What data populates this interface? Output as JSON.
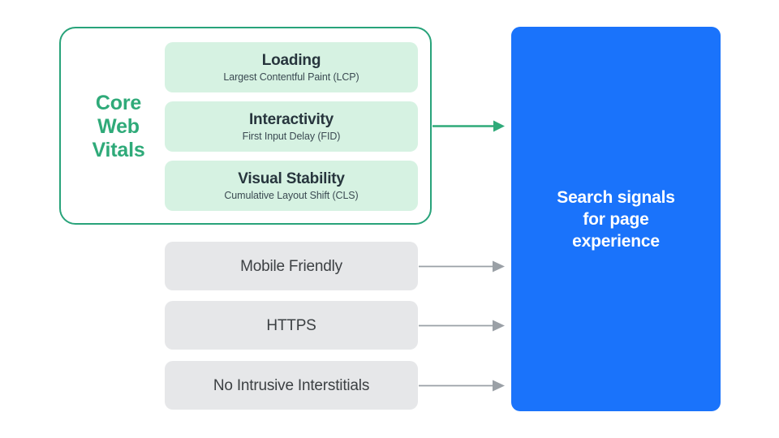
{
  "diagram": {
    "title": "Core Web Vitals and Search signals for page experience",
    "colors": {
      "accent_green": "#2faa79",
      "container_border_green": "#28a37a",
      "metric_card_green": "#d6f2e2",
      "grey_card": "#e6e7e9",
      "blue_box": "#1a73fb",
      "arrow_grey": "#9aa0a6",
      "text_dark": "#27353d",
      "text_grey": "#3c4043",
      "text_white": "#ffffff",
      "background": "#ffffff"
    }
  },
  "core_web_vitals": {
    "group_label": "Core\nWeb\nVitals",
    "group_label_lines": [
      "Core",
      "Web",
      "Vitals"
    ],
    "metrics": [
      {
        "title": "Loading",
        "subtitle": "Largest Contentful Paint (LCP)",
        "abbreviation": "LCP"
      },
      {
        "title": "Interactivity",
        "subtitle": "First Input Delay (FID)",
        "abbreviation": "FID"
      },
      {
        "title": "Visual Stability",
        "subtitle": "Cumulative Layout Shift (CLS)",
        "abbreviation": "CLS"
      }
    ]
  },
  "other_signals": [
    {
      "label": "Mobile Friendly"
    },
    {
      "label": "HTTPS"
    },
    {
      "label": "No Intrusive Interstitials"
    }
  ],
  "destination": {
    "label": "Search signals\nfor page\nexperience",
    "label_lines": [
      "Search signals",
      "for page",
      "experience"
    ]
  },
  "arrows": [
    {
      "name": "core-web-vitals-arrow",
      "color": "#2faa79"
    },
    {
      "name": "mobile-friendly-arrow",
      "color": "#9aa0a6"
    },
    {
      "name": "https-arrow",
      "color": "#9aa0a6"
    },
    {
      "name": "no-intrusive-interstitials-arrow",
      "color": "#9aa0a6"
    }
  ]
}
